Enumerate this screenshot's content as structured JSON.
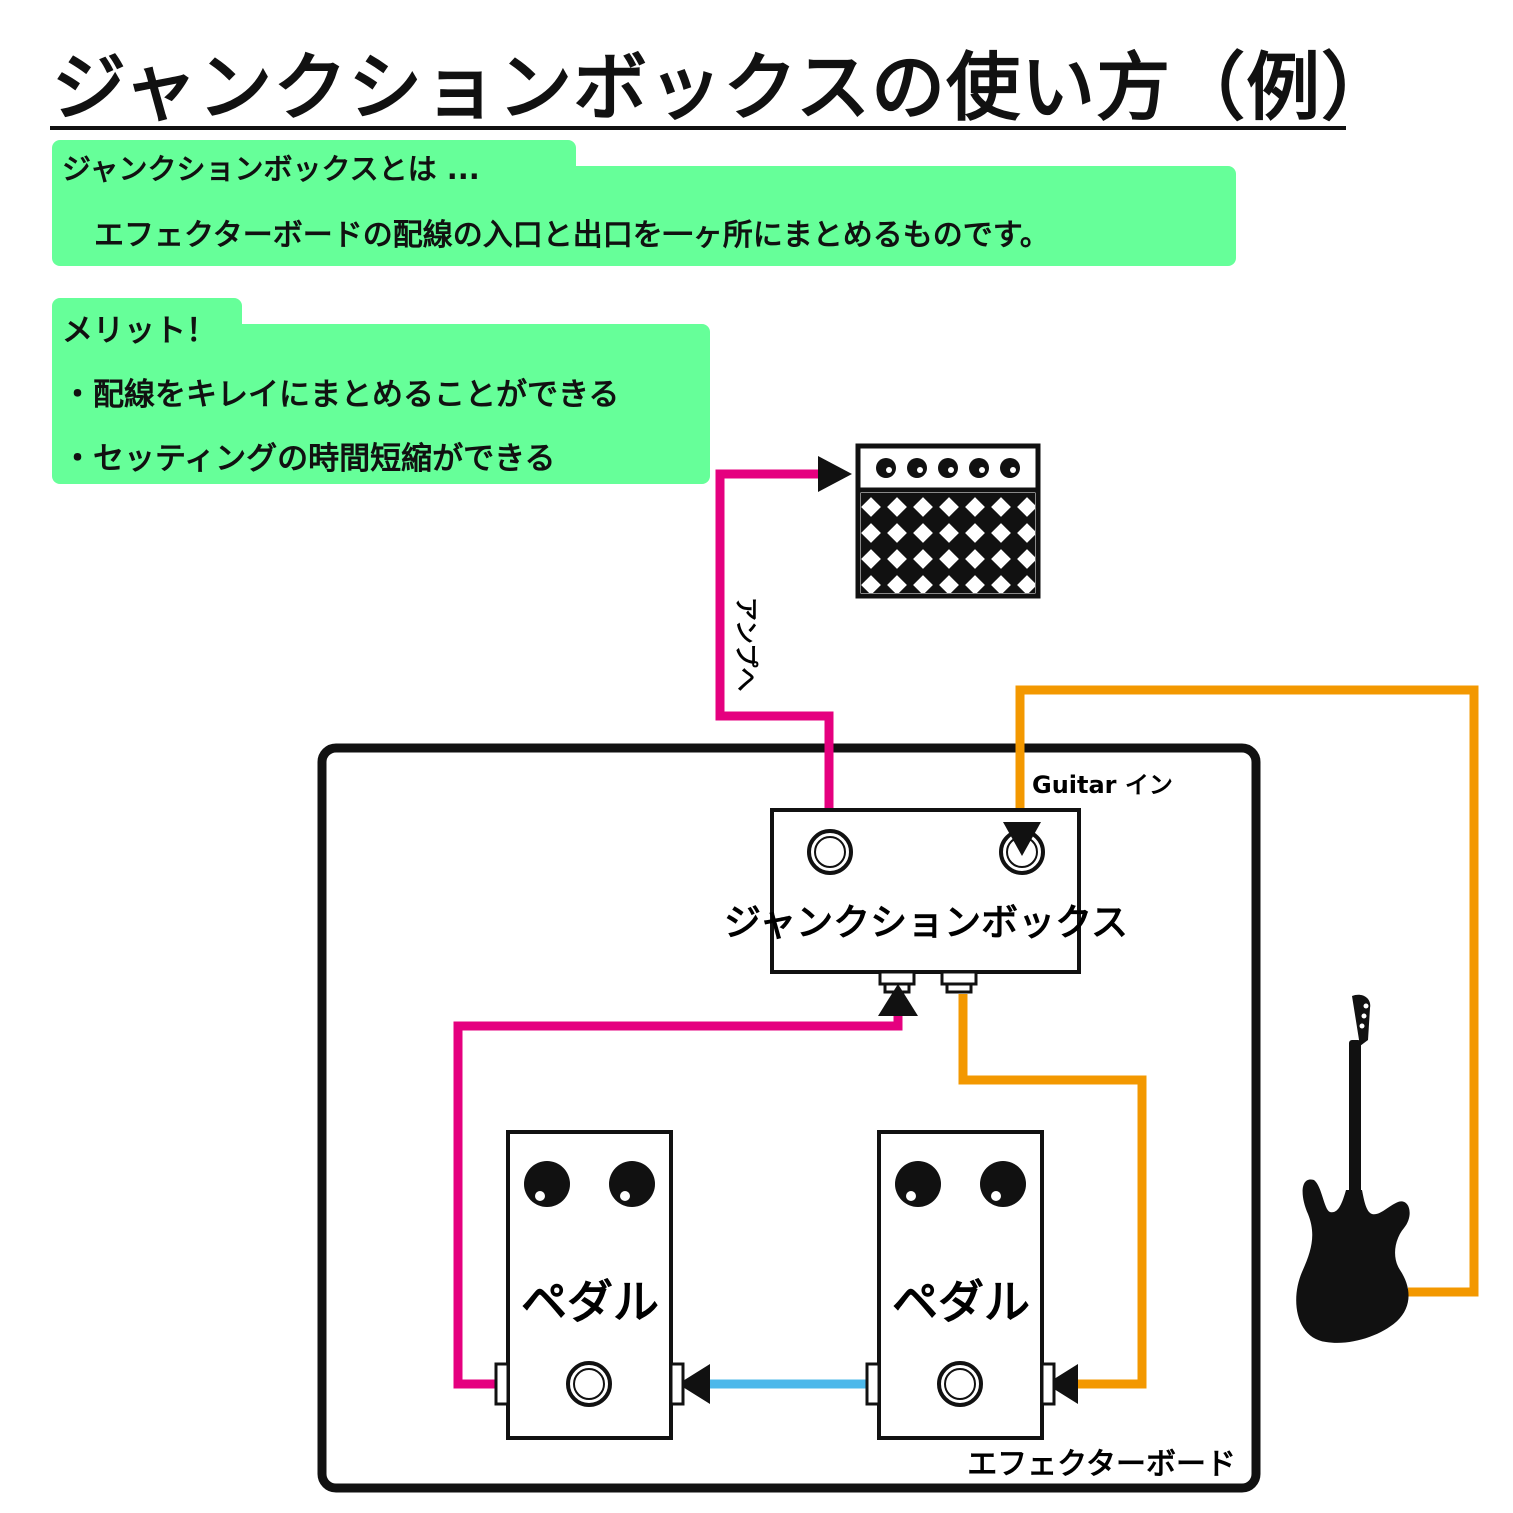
{
  "title": "ジャンクションボックスの使い方（例）",
  "definition": {
    "heading": "ジャンクションボックスとは ...",
    "body": "エフェクターボードの配線の入口と出口を一ヶ所にまとめるものです。"
  },
  "merit": {
    "heading": "メリット！",
    "items": [
      "・配線をキレイにまとめることができる",
      "・セッティングの時間短縮ができる"
    ]
  },
  "diagram": {
    "amp_cable_label": "アンプへ",
    "guitar_in_label": "Guitar イン",
    "junction_box_label": "ジャンクションボックス",
    "pedal_left_label": "ペダル",
    "pedal_right_label": "ペダル",
    "board_label": "エフェクターボード"
  },
  "colors": {
    "panel": "#66ff99",
    "send_cable": "#e5007f",
    "guitar_cable": "#f39800",
    "patch_cable": "#4cb8ea"
  }
}
